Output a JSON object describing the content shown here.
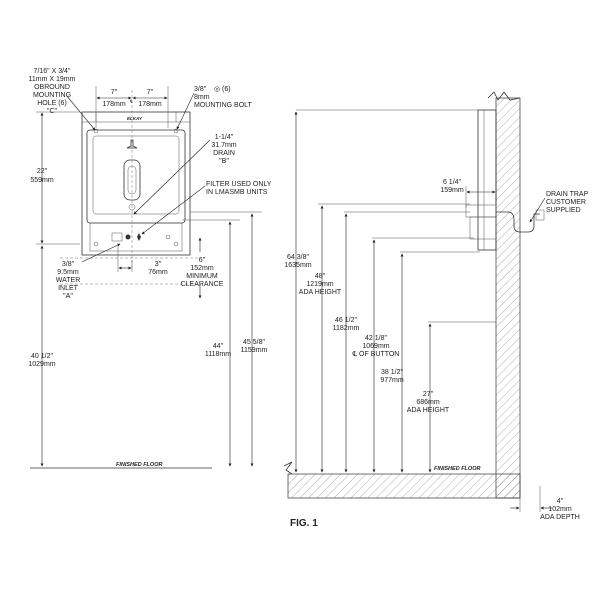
{
  "front": {
    "hole": [
      "7/16\" X 3/4\"",
      "11mm X 19mm",
      "OBROUND",
      "MOUNTING",
      "HOLE (6)",
      "\"C\""
    ],
    "bolt": [
      "3/8\"",
      "8mm",
      "MOUNTING BOLT"
    ],
    "bolt_symbol": "◎ (6)",
    "span_left": [
      "7\"",
      "178mm"
    ],
    "span_right": [
      "7\"",
      "178mm"
    ],
    "center_mark": "℄",
    "brand": "ELKAY",
    "drain": [
      "1-1/4\"",
      "31.7mm",
      "DRAIN",
      "\"B\""
    ],
    "filter": [
      "FILTER USED ONLY",
      "IN LMASMB UNITS"
    ],
    "height_22": [
      "22\"",
      "559mm"
    ],
    "water_inlet": [
      "3/8\"",
      "9.5mm",
      "WATER",
      "INLET",
      "\"A\""
    ],
    "offset_3": [
      "3\"",
      "76mm"
    ],
    "clearance": [
      "6\"",
      "152mm",
      "MINIMUM",
      "CLEARANCE"
    ],
    "height_40": [
      "40 1/2\"",
      "1029mm"
    ],
    "height_44": [
      "44\"",
      "1118mm"
    ],
    "height_45": [
      "45 5/8\"",
      "1159mm"
    ],
    "floor": "FINISHED FLOOR"
  },
  "side": {
    "height_64": [
      "64 3/8\"",
      "1635mm"
    ],
    "height_48": [
      "48\"",
      "1219mm",
      "ADA HEIGHT"
    ],
    "height_46": [
      "46 1/2\"",
      "1182mm"
    ],
    "height_42": [
      "42 1/8\"",
      "1069mm",
      "℄ OF BUTTON"
    ],
    "height_38": [
      "38 1/2\"",
      "977mm"
    ],
    "height_27": [
      "27\"",
      "686mm",
      "ADA HEIGHT"
    ],
    "offset_6": [
      "6 1/4\"",
      "159mm"
    ],
    "drain_trap": [
      "DRAIN TRAP",
      "CUSTOMER",
      "SUPPLIED"
    ],
    "depth": [
      "4\"",
      "102mm",
      "ADA DEPTH"
    ],
    "floor": "FINISHED FLOOR"
  },
  "caption": "FIG. 1"
}
